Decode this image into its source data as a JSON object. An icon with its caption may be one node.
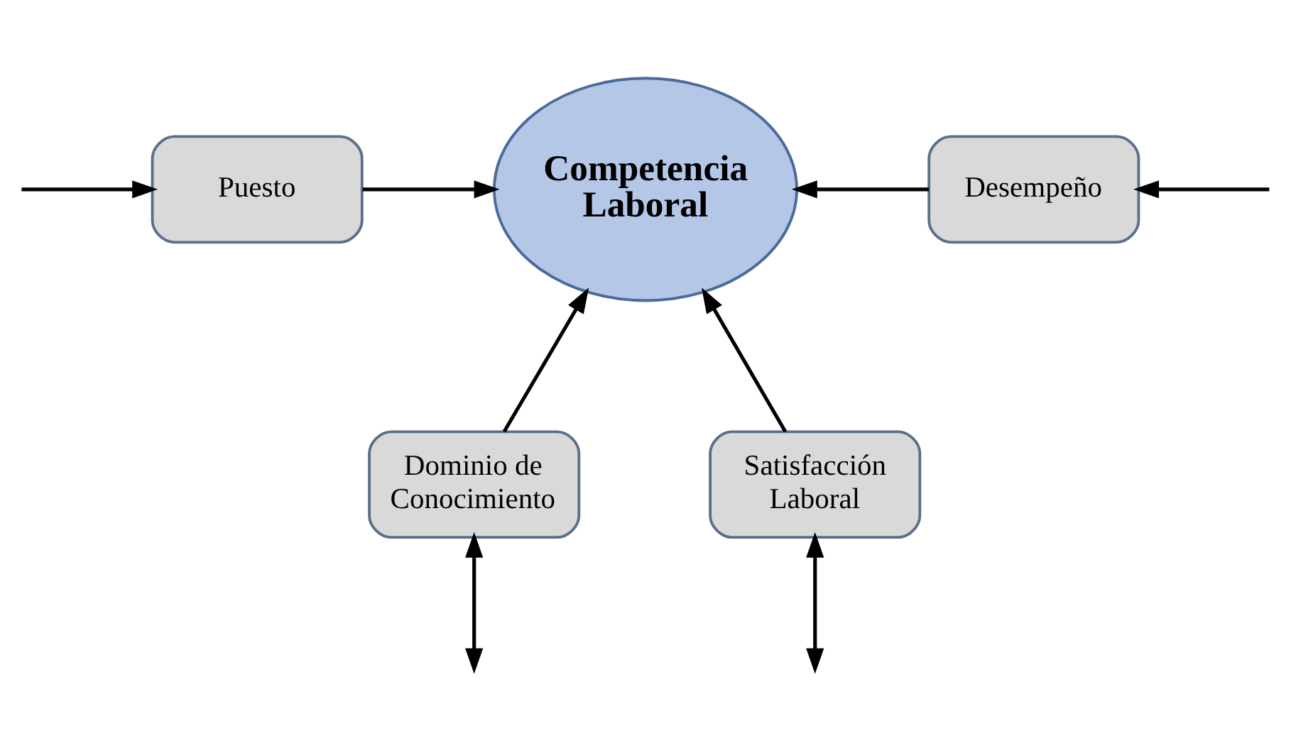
{
  "diagram": {
    "nodes": [
      {
        "text": [
          "Competencia Laboral"
        ]
      },
      {
        "text": [
          "Puesto"
        ]
      },
      {
        "text": [
          "Desempeño"
        ]
      },
      {
        "text": [
          "Dominio de Conocimiento"
        ]
      },
      {
        "text": [
          "Satisfacción Laboral"
        ]
      }
    ],
    "edges": [
      {
        "from": 1,
        "to": 0,
        "arrow": "to"
      },
      {
        "from": 2,
        "to": 0,
        "arrow": "to"
      },
      {
        "from": 3,
        "to": 0,
        "arrow": "to"
      },
      {
        "from": 4,
        "to": 0,
        "arrow": "to"
      },
      {
        "from": null,
        "to": 1,
        "arrow": "to"
      },
      {
        "from": null,
        "to": 2,
        "arrow": "to"
      },
      {
        "from": 3,
        "to": null,
        "arrow": "both"
      },
      {
        "from": 4,
        "to": null,
        "arrow": "both"
      }
    ]
  }
}
